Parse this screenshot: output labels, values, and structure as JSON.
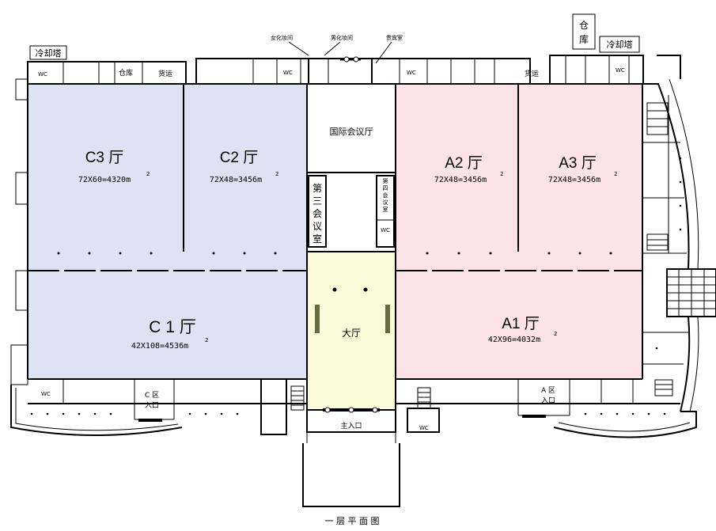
{
  "halls": {
    "c3": {
      "name": "C3 厅",
      "area": "72X60=4320m",
      "sup": "2"
    },
    "c2": {
      "name": "C2 厅",
      "area": "72X48=3456m",
      "sup": "2"
    },
    "c1": {
      "name": "C 1 厅",
      "area": "42X108=4536m",
      "sup": "2"
    },
    "a2": {
      "name": "A2 厅",
      "area": "72X48=3456m",
      "sup": "2"
    },
    "a3": {
      "name": "A3 厅",
      "area": "72X48=3456m",
      "sup": "2"
    },
    "a1": {
      "name": "A1 厅",
      "area": "42X96=4032m",
      "sup": "2"
    }
  },
  "rooms": {
    "lobby": "大厅",
    "intl_conference": "国际会议厅",
    "third_conference": [
      "第",
      "三",
      "会",
      "议",
      "室"
    ],
    "fourth_conference": [
      "第",
      "四",
      "会",
      "议",
      "室"
    ],
    "warehouse": "仓库",
    "warehouse_big": [
      "仓",
      "库"
    ],
    "cooling_tower_left": "冷却塔",
    "cooling_tower_right": "冷却塔",
    "freight_left": "货运",
    "freight_right": "货运",
    "female_dressing": "女化妆间",
    "male_dressing": "男化妆间",
    "vip_room": "贵宾室",
    "wc": "WC",
    "c_entrance": [
      "C 区",
      "入口"
    ],
    "a_entrance": [
      "A 区",
      "入口"
    ],
    "main_entrance": "主入口"
  },
  "caption": "一 层 平 面 图",
  "colors": {
    "c_zone": "#dde3f3",
    "a_zone": "#fbe3e8",
    "lobby": "#fbfad8",
    "walls": "#000000"
  }
}
